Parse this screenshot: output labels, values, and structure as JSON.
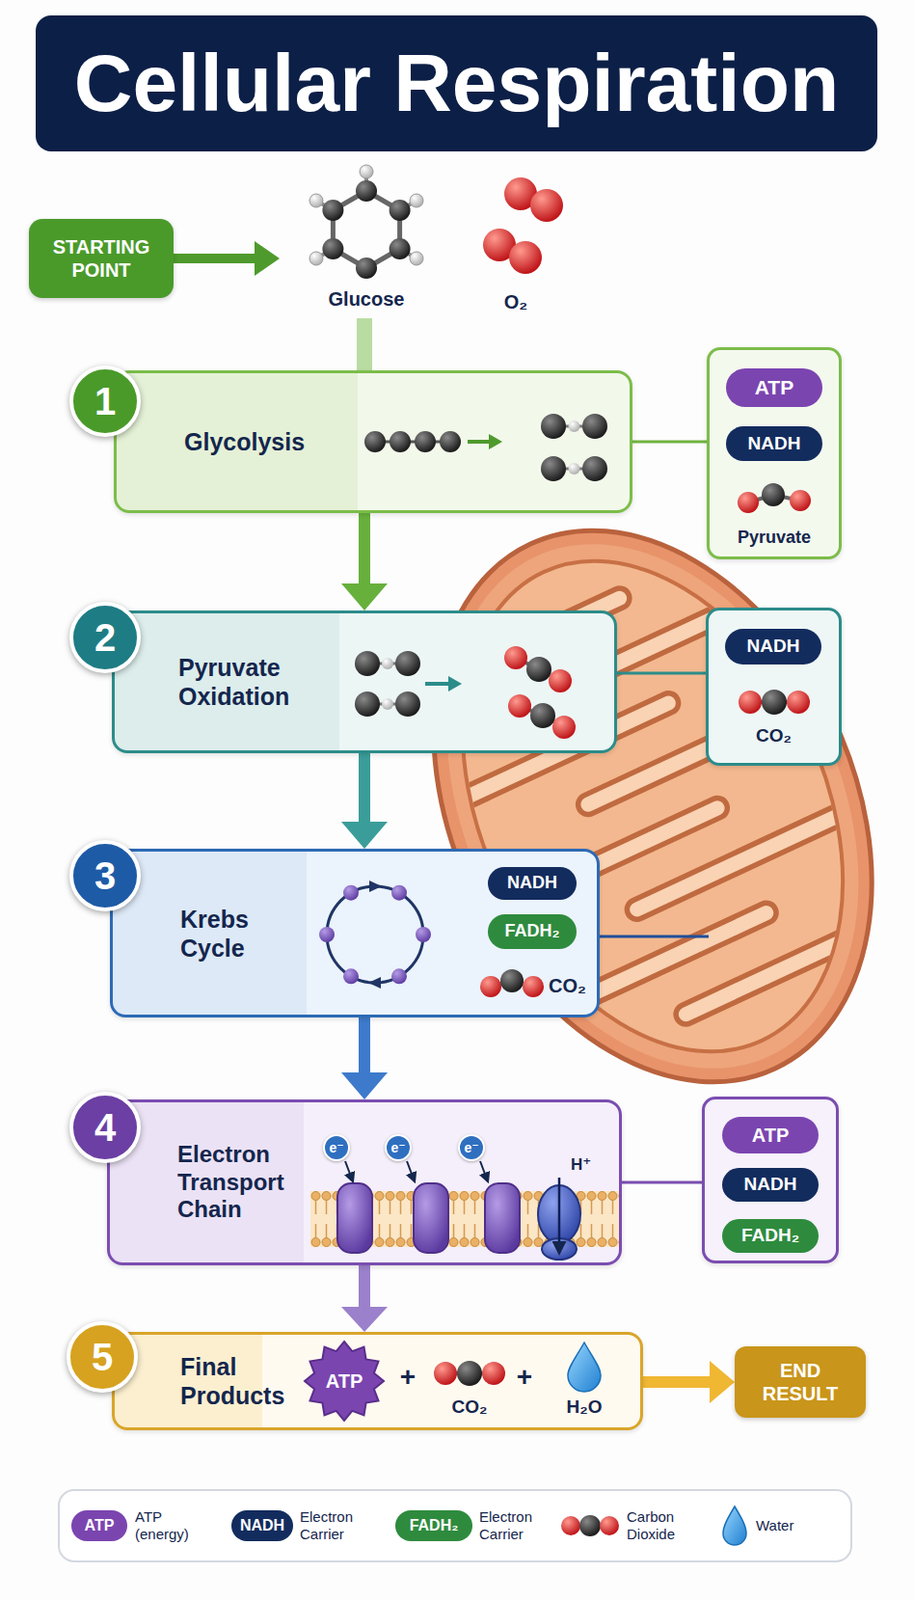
{
  "diagram": {
    "title": "Cellular Respiration",
    "nodes": [
      {
        "text": [
          "STARTING POINT"
        ]
      },
      {
        "text": [
          "Glucose"
        ]
      },
      {
        "text": [
          "Glycolysis"
        ]
      },
      {
        "text": [
          "1"
        ],
        "in": 2
      },
      {
        "text": [
          "Pyruvate"
        ]
      },
      {
        "text": [
          "ATP"
        ],
        "in": 4
      },
      {
        "text": [
          "NADH"
        ],
        "in": 4
      },
      {
        "text": [
          "Pyruvate Oxidation"
        ]
      },
      {
        "text": [
          "2"
        ],
        "in": 7
      },
      {
        "text": [
          "CO₂"
        ]
      },
      {
        "text": [
          "NADH"
        ],
        "in": 9
      },
      {
        "text": [
          "Krebs Cycle",
          "CO₂"
        ]
      },
      {
        "text": [
          "3"
        ],
        "in": 11
      },
      {
        "text": [
          "NADH"
        ],
        "in": 11
      },
      {
        "text": [
          "FADH₂"
        ],
        "in": 11
      },
      {
        "text": [
          "Electron Transport Chain"
        ]
      },
      {
        "text": [
          "4"
        ],
        "in": 15
      },
      {
        "text": [
          "e⁻"
        ],
        "in": 15
      },
      {
        "text": [
          "e⁻"
        ],
        "in": 15
      },
      {
        "text": [
          "e⁻"
        ],
        "in": 15
      },
      {
        "text": []
      },
      {
        "text": [
          "ATP"
        ],
        "in": 20
      },
      {
        "text": [
          "NADH"
        ],
        "in": 20
      },
      {
        "text": [
          "FADH₂"
        ],
        "in": 20
      },
      {
        "text": [
          "Final Products",
          "+",
          "CO₂",
          "+",
          "H₂O"
        ]
      },
      {
        "text": [
          "5"
        ],
        "in": 24
      },
      {
        "text": [
          "ATP"
        ],
        "in": 24
      },
      {
        "text": [
          "END RESULT"
        ]
      }
    ],
    "edges": [
      {
        "from": 0,
        "to": 1,
        "arrow": "to"
      },
      {
        "from": 1,
        "to": 2,
        "arrow": "none"
      },
      {
        "from": 2,
        "to": 4,
        "arrow": "none"
      },
      {
        "from": 2,
        "to": 7,
        "arrow": "to"
      },
      {
        "from": 7,
        "to": 9,
        "arrow": "none"
      },
      {
        "from": 7,
        "to": 11,
        "arrow": "to"
      },
      {
        "from": 11,
        "to": 15,
        "arrow": "to"
      },
      {
        "from": 15,
        "to": 20,
        "arrow": "none"
      },
      {
        "from": 15,
        "to": 24,
        "arrow": "to"
      },
      {
        "from": 24,
        "to": 27,
        "arrow": "to"
      }
    ],
    "labels": [
      "O₂",
      "H⁺",
      "ATP",
      "NADH",
      "FADH₂"
    ],
    "legend": [
      {
        "text": "ATP (energy)",
        "color": "#7b45b0"
      },
      {
        "text": "Electron Carrier",
        "color": "#132c5e"
      },
      {
        "text": "Electron Carrier",
        "color": "#2e8b3e"
      },
      {
        "text": "Carbon Dioxide"
      },
      {
        "text": "Water"
      }
    ]
  }
}
